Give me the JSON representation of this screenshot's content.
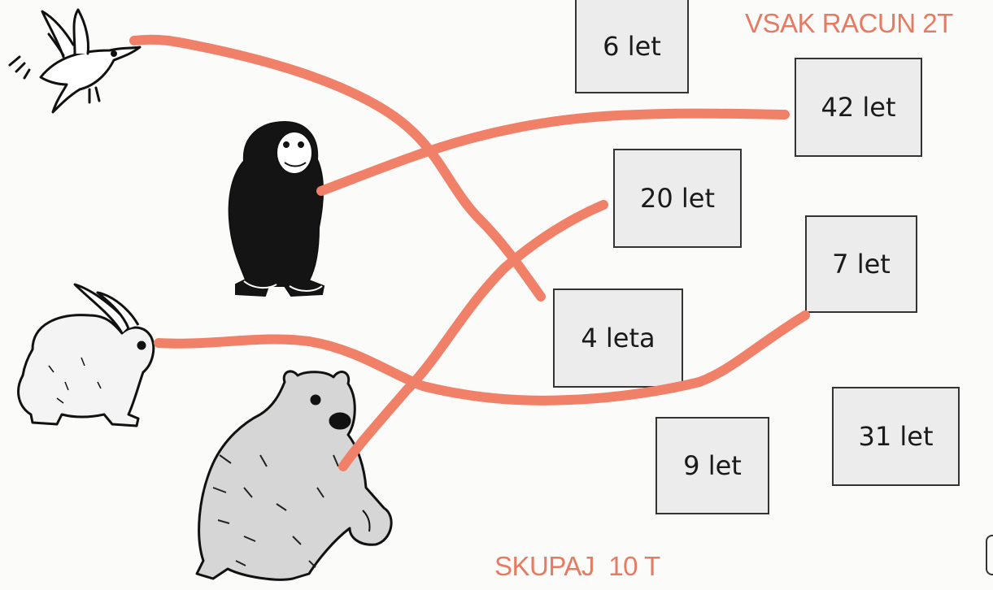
{
  "colors": {
    "line": "#f08068",
    "note": "#e87a60",
    "box_fill": "#ececec",
    "box_border": "#333333"
  },
  "animals": [
    {
      "name": "bird",
      "icon": "bird-icon"
    },
    {
      "name": "chimpanzee",
      "icon": "chimpanzee-icon"
    },
    {
      "name": "rabbit",
      "icon": "rabbit-icon"
    },
    {
      "name": "bear",
      "icon": "bear-icon"
    }
  ],
  "age_boxes": [
    {
      "id": "6",
      "label": "6 let"
    },
    {
      "id": "42",
      "label": "42 let"
    },
    {
      "id": "20",
      "label": "20 let"
    },
    {
      "id": "7",
      "label": "7 let"
    },
    {
      "id": "4",
      "label": "4 leta"
    },
    {
      "id": "31",
      "label": "31 let"
    },
    {
      "id": "9",
      "label": "9 let"
    }
  ],
  "notes": {
    "per_item": "VSAK RACUN 2T",
    "total": "SKUPAJ  10 T"
  },
  "connections": [
    {
      "animal": "bird",
      "box": "4 leta"
    },
    {
      "animal": "chimpanzee",
      "box": "42 let"
    },
    {
      "animal": "rabbit",
      "box": "7 let"
    },
    {
      "animal": "bear",
      "box": "20 let"
    }
  ]
}
